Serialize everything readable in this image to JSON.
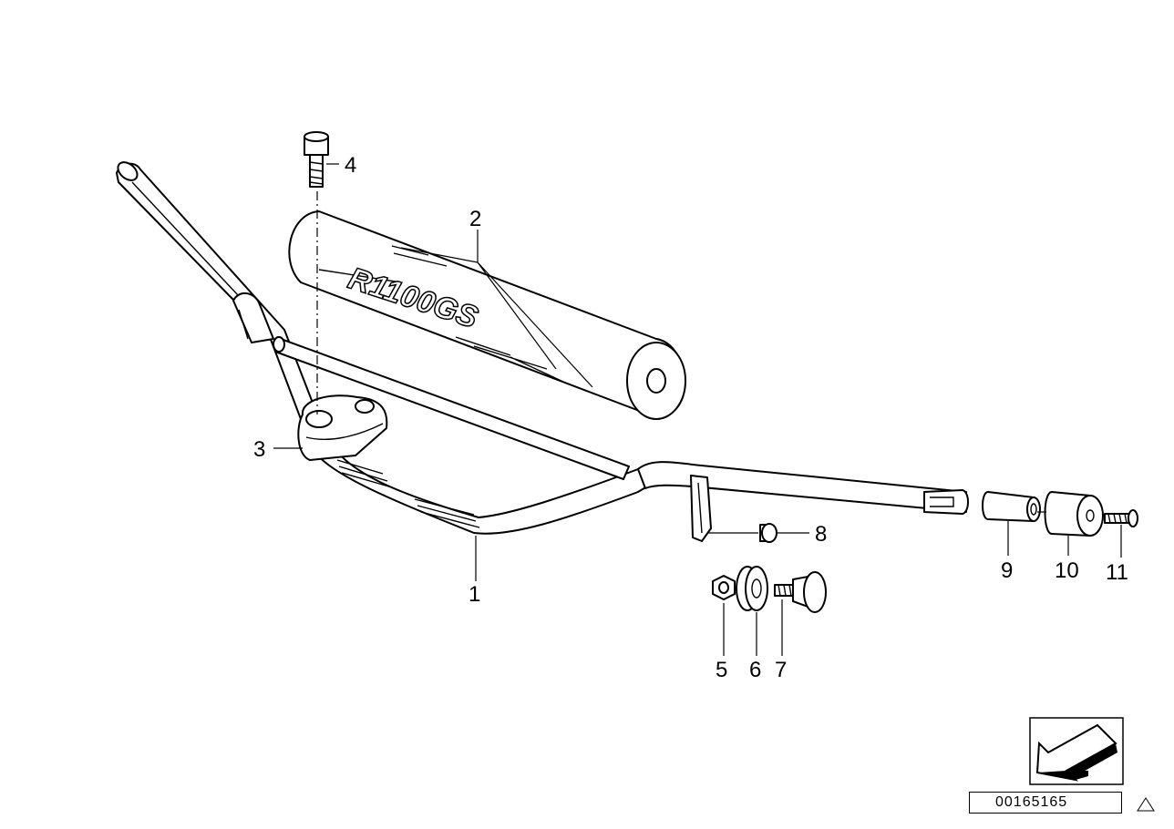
{
  "diagram": {
    "callouts": {
      "c1": "1",
      "c2": "2",
      "c3": "3",
      "c4": "4",
      "c5": "5",
      "c6": "6",
      "c7": "7",
      "c8": "8",
      "c9": "9",
      "c10": "10",
      "c11": "11"
    },
    "pad_logo_text": "R1100GS",
    "reference_number": "00165165"
  },
  "icons": {
    "direction": "arrow-down-left-icon",
    "corner": "triangle-icon"
  }
}
